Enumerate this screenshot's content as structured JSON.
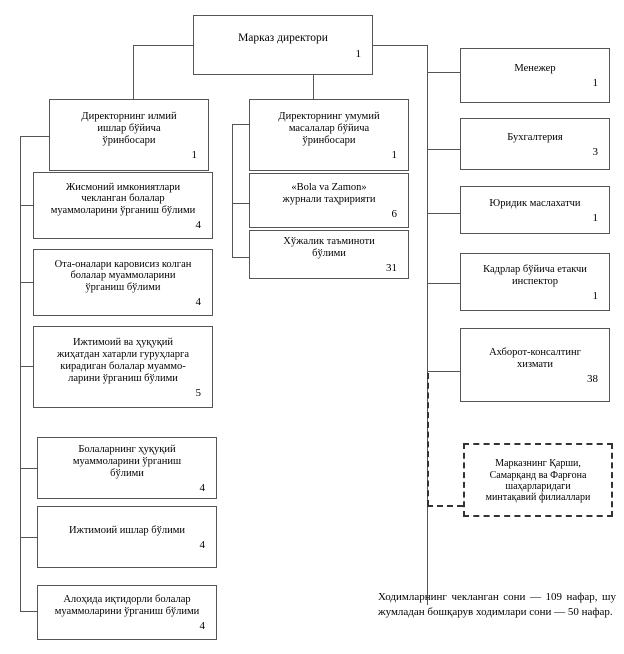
{
  "diagram": {
    "title_node": {
      "name": "Марказ директори",
      "count": "1"
    },
    "deputy_science": {
      "name": "Директорнинг илмий\nишлар бўйича\nўринбосари",
      "count": "1"
    },
    "deputy_general": {
      "name": "Директорнинг умумий\nмасалалар бўйича\nўринбосари",
      "count": "1"
    },
    "science_units": [
      {
        "name": "Жисмоний имкониятлари\nчекланган болалар\nмуаммоларини ўрганиш бўлими",
        "count": "4"
      },
      {
        "name": "Ота-оналари каровисиз колган\nболалар муаммоларини\nўрганиш бўлими",
        "count": "4"
      },
      {
        "name": "Ижтимоий ва ҳуқуқий\nжиҳатдан хатарли гуруҳларга\nкирадиган болалар муаммо-\nларини ўрганиш бўлими",
        "count": "5"
      },
      {
        "name": "Болаларнинг ҳуқуқий\nмуаммоларини ўрганиш\nбўлими",
        "count": "4"
      },
      {
        "name": "Ижтимоий ишлар бўлими",
        "count": "4"
      },
      {
        "name": "Алоҳида иқтидорли болалар\nмуаммоларини ўрганиш бўлими",
        "count": "4"
      }
    ],
    "general_units": [
      {
        "name": "«Bola va Zamon»\nжурнали таҳририяти",
        "count": "6"
      },
      {
        "name": "Хўжалик таъминоти\nбўлими",
        "count": "31"
      }
    ],
    "director_units": [
      {
        "name": "Менежер",
        "count": "1"
      },
      {
        "name": "Бухгалтерия",
        "count": "3"
      },
      {
        "name": "Юридик маслахатчи",
        "count": "1"
      },
      {
        "name": "Кадрлар бўйича етакчи\nинспектор",
        "count": "1"
      },
      {
        "name": "Ахборот-консалтинг\nхизмати",
        "count": "38"
      }
    ],
    "branches": {
      "name": "Марказнинг Қарши,\nСамарқанд ва Фарғона\nшаҳарларидаги\nминтақавий филиаллари",
      "count": ""
    },
    "footnote": "Ходимларнинг чекланган сони — 109 нафар, шу жумладан бошқарув ходимлари сони — 50 нафар."
  }
}
